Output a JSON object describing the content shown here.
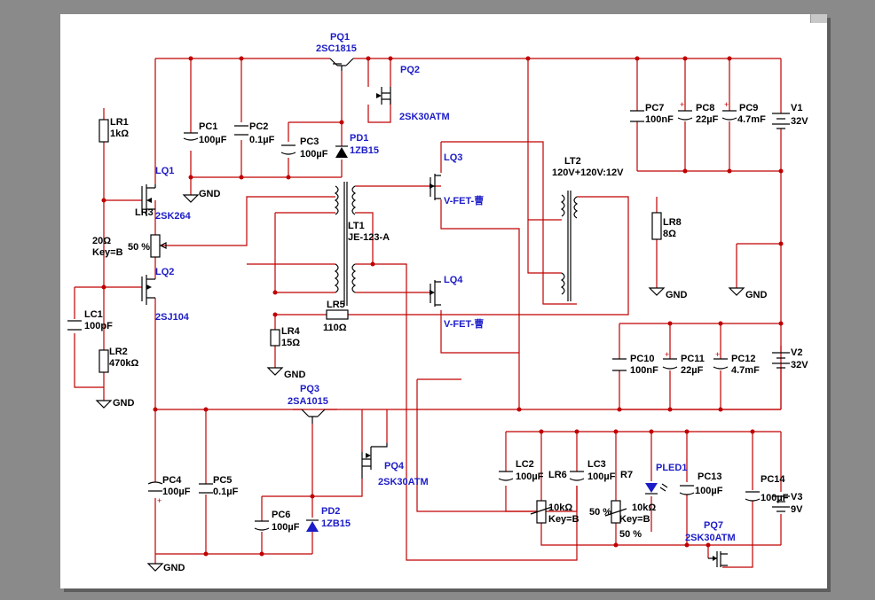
{
  "labels": {
    "PQ1": {
      "ref": "PQ1",
      "val": "2SC1815"
    },
    "PQ2": {
      "ref": "PQ2",
      "val": "2SK30ATM"
    },
    "PD1": {
      "ref": "PD1",
      "val": "1ZB15"
    },
    "PC1": {
      "ref": "PC1",
      "val": "100µF"
    },
    "PC2": {
      "ref": "PC2",
      "val": "0.1µF"
    },
    "PC3": {
      "ref": "PC3",
      "val": "100µF"
    },
    "LR1": {
      "ref": "LR1",
      "val": "1kΩ"
    },
    "LQ1": {
      "ref": "LQ1",
      "val": "2SK264"
    },
    "LR3": {
      "ref": "LR3",
      "val": "20Ω",
      "key": "Key=B",
      "pct": "50 %"
    },
    "LQ2": {
      "ref": "LQ2",
      "val": "2SJ104"
    },
    "LC1": {
      "ref": "LC1",
      "val": "100pF"
    },
    "LR2": {
      "ref": "LR2",
      "val": "470kΩ"
    },
    "LT1": {
      "ref": "LT1",
      "val": "JE-123-A"
    },
    "LR5": {
      "ref": "LR5",
      "val": "110Ω"
    },
    "LR4": {
      "ref": "LR4",
      "val": "15Ω"
    },
    "LQ3": {
      "ref": "LQ3",
      "val": "V-FET-曹"
    },
    "LQ4": {
      "ref": "LQ4",
      "val": "V-FET-曹"
    },
    "LT2": {
      "ref": "LT2",
      "val": "120V+120V:12V"
    },
    "LR8": {
      "ref": "LR8",
      "val": "8Ω"
    },
    "PC7": {
      "ref": "PC7",
      "val": "100nF"
    },
    "PC8": {
      "ref": "PC8",
      "val": "22µF"
    },
    "PC9": {
      "ref": "PC9",
      "val": "4.7mF"
    },
    "V1": {
      "ref": "V1",
      "val": "32V"
    },
    "PC10": {
      "ref": "PC10",
      "val": "100nF"
    },
    "PC11": {
      "ref": "PC11",
      "val": "22µF"
    },
    "PC12": {
      "ref": "PC12",
      "val": "4.7mF"
    },
    "V2": {
      "ref": "V2",
      "val": "32V"
    },
    "PQ3": {
      "ref": "PQ3",
      "val": "2SA1015"
    },
    "PQ4": {
      "ref": "PQ4",
      "val": "2SK30ATM"
    },
    "PC4": {
      "ref": "PC4",
      "val": "100µF"
    },
    "PC5": {
      "ref": "PC5",
      "val": "0.1µF"
    },
    "PC6": {
      "ref": "PC6",
      "val": "100µF"
    },
    "PD2": {
      "ref": "PD2",
      "val": "1ZB15"
    },
    "LC2": {
      "ref": "LC2",
      "val": "100µF"
    },
    "LR6": {
      "ref": "LR6",
      "val": "10kΩ",
      "key": "Key=B"
    },
    "LC3": {
      "ref": "LC3",
      "val": "100µF"
    },
    "R7": {
      "ref": "R7",
      "val": "10kΩ",
      "key": "Key=B",
      "pct": "50 %",
      "pct2": "50 %"
    },
    "PLED1": {
      "ref": "PLED1"
    },
    "PC13": {
      "ref": "PC13",
      "val": "100µF"
    },
    "PC14": {
      "ref": "PC14",
      "val": "100µF"
    },
    "V3": {
      "ref": "V3",
      "val": "9V"
    },
    "PQ7": {
      "ref": "PQ7",
      "val": "2SK30ATM"
    },
    "gnd": "GND",
    "plus": "+"
  },
  "colors": {
    "wire": "#c00000",
    "component": "#000000",
    "ref_label": "#1c1cc8",
    "background": "#8a8a8a",
    "sheet": "#ffffff"
  }
}
